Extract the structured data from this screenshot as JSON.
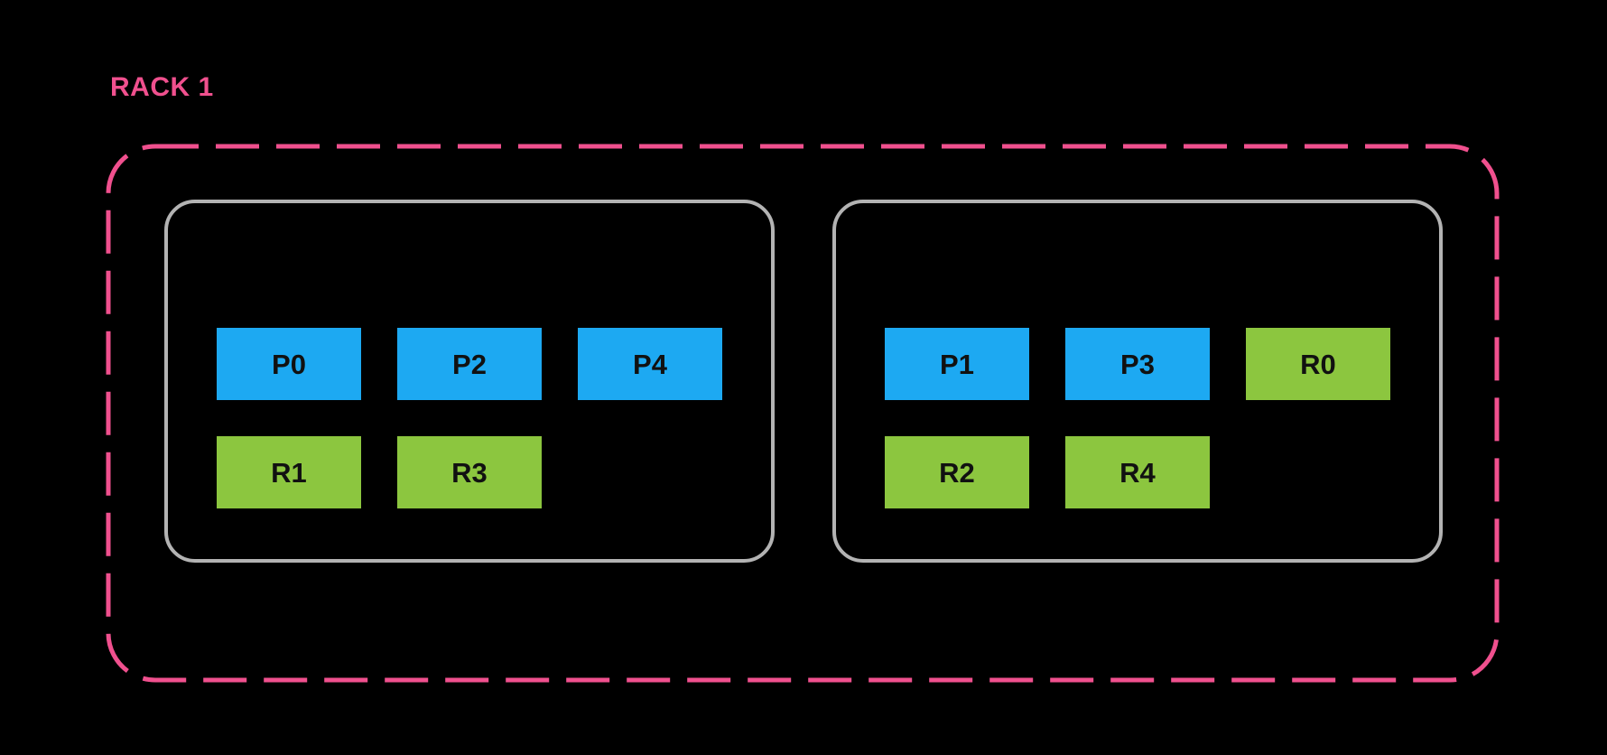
{
  "colors": {
    "background": "#000000",
    "rack_border": "#f0508e",
    "rack_label": "#f0508e",
    "node_border": "#b3b3b3",
    "primary_fill": "#1da9f2",
    "replica_fill": "#8cc63f",
    "slot_text": "#111111"
  },
  "rack": {
    "label": "RACK 1",
    "nodes": [
      {
        "slots": [
          {
            "label": "P0",
            "type": "primary"
          },
          {
            "label": "P2",
            "type": "primary"
          },
          {
            "label": "P4",
            "type": "primary"
          },
          {
            "label": "R1",
            "type": "replica"
          },
          {
            "label": "R3",
            "type": "replica"
          }
        ]
      },
      {
        "slots": [
          {
            "label": "P1",
            "type": "primary"
          },
          {
            "label": "P3",
            "type": "primary"
          },
          {
            "label": "R0",
            "type": "replica"
          },
          {
            "label": "R2",
            "type": "replica"
          },
          {
            "label": "R4",
            "type": "replica"
          }
        ]
      }
    ]
  }
}
